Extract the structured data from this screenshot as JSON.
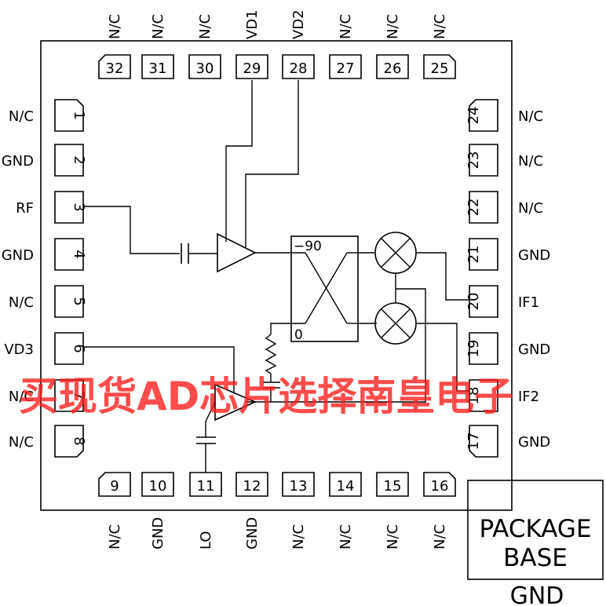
{
  "pins": {
    "top": [
      {
        "num": "32",
        "label": "N/C"
      },
      {
        "num": "31",
        "label": "N/C"
      },
      {
        "num": "30",
        "label": "N/C"
      },
      {
        "num": "29",
        "label": "VD1"
      },
      {
        "num": "28",
        "label": "VD2"
      },
      {
        "num": "27",
        "label": "N/C"
      },
      {
        "num": "26",
        "label": "N/C"
      },
      {
        "num": "25",
        "label": "N/C"
      }
    ],
    "bottom": [
      {
        "num": "9",
        "label": "N/C"
      },
      {
        "num": "10",
        "label": "GND"
      },
      {
        "num": "11",
        "label": "LO"
      },
      {
        "num": "12",
        "label": "GND"
      },
      {
        "num": "13",
        "label": "N/C"
      },
      {
        "num": "14",
        "label": "N/C"
      },
      {
        "num": "15",
        "label": "N/C"
      },
      {
        "num": "16",
        "label": "N/C"
      }
    ],
    "left": [
      {
        "num": "1",
        "label": "N/C"
      },
      {
        "num": "2",
        "label": "GND"
      },
      {
        "num": "3",
        "label": "RF"
      },
      {
        "num": "4",
        "label": "GND"
      },
      {
        "num": "5",
        "label": "N/C"
      },
      {
        "num": "6",
        "label": "VD3"
      },
      {
        "num": "7",
        "label": "N/C"
      },
      {
        "num": "8",
        "label": "N/C"
      }
    ],
    "right": [
      {
        "num": "24",
        "label": "N/C"
      },
      {
        "num": "23",
        "label": "N/C"
      },
      {
        "num": "22",
        "label": "N/C"
      },
      {
        "num": "21",
        "label": "GND"
      },
      {
        "num": "20",
        "label": "IF1"
      },
      {
        "num": "19",
        "label": "GND"
      },
      {
        "num": "18",
        "label": "IF2"
      },
      {
        "num": "17",
        "label": "GND"
      }
    ]
  },
  "hybrid": {
    "top_label": "−90",
    "bottom_label": "0"
  },
  "package_base": {
    "line1": "PACKAGE",
    "line2": "BASE",
    "ground_label": "GND"
  },
  "watermark": "买现货AD芯片选择南皇电子"
}
